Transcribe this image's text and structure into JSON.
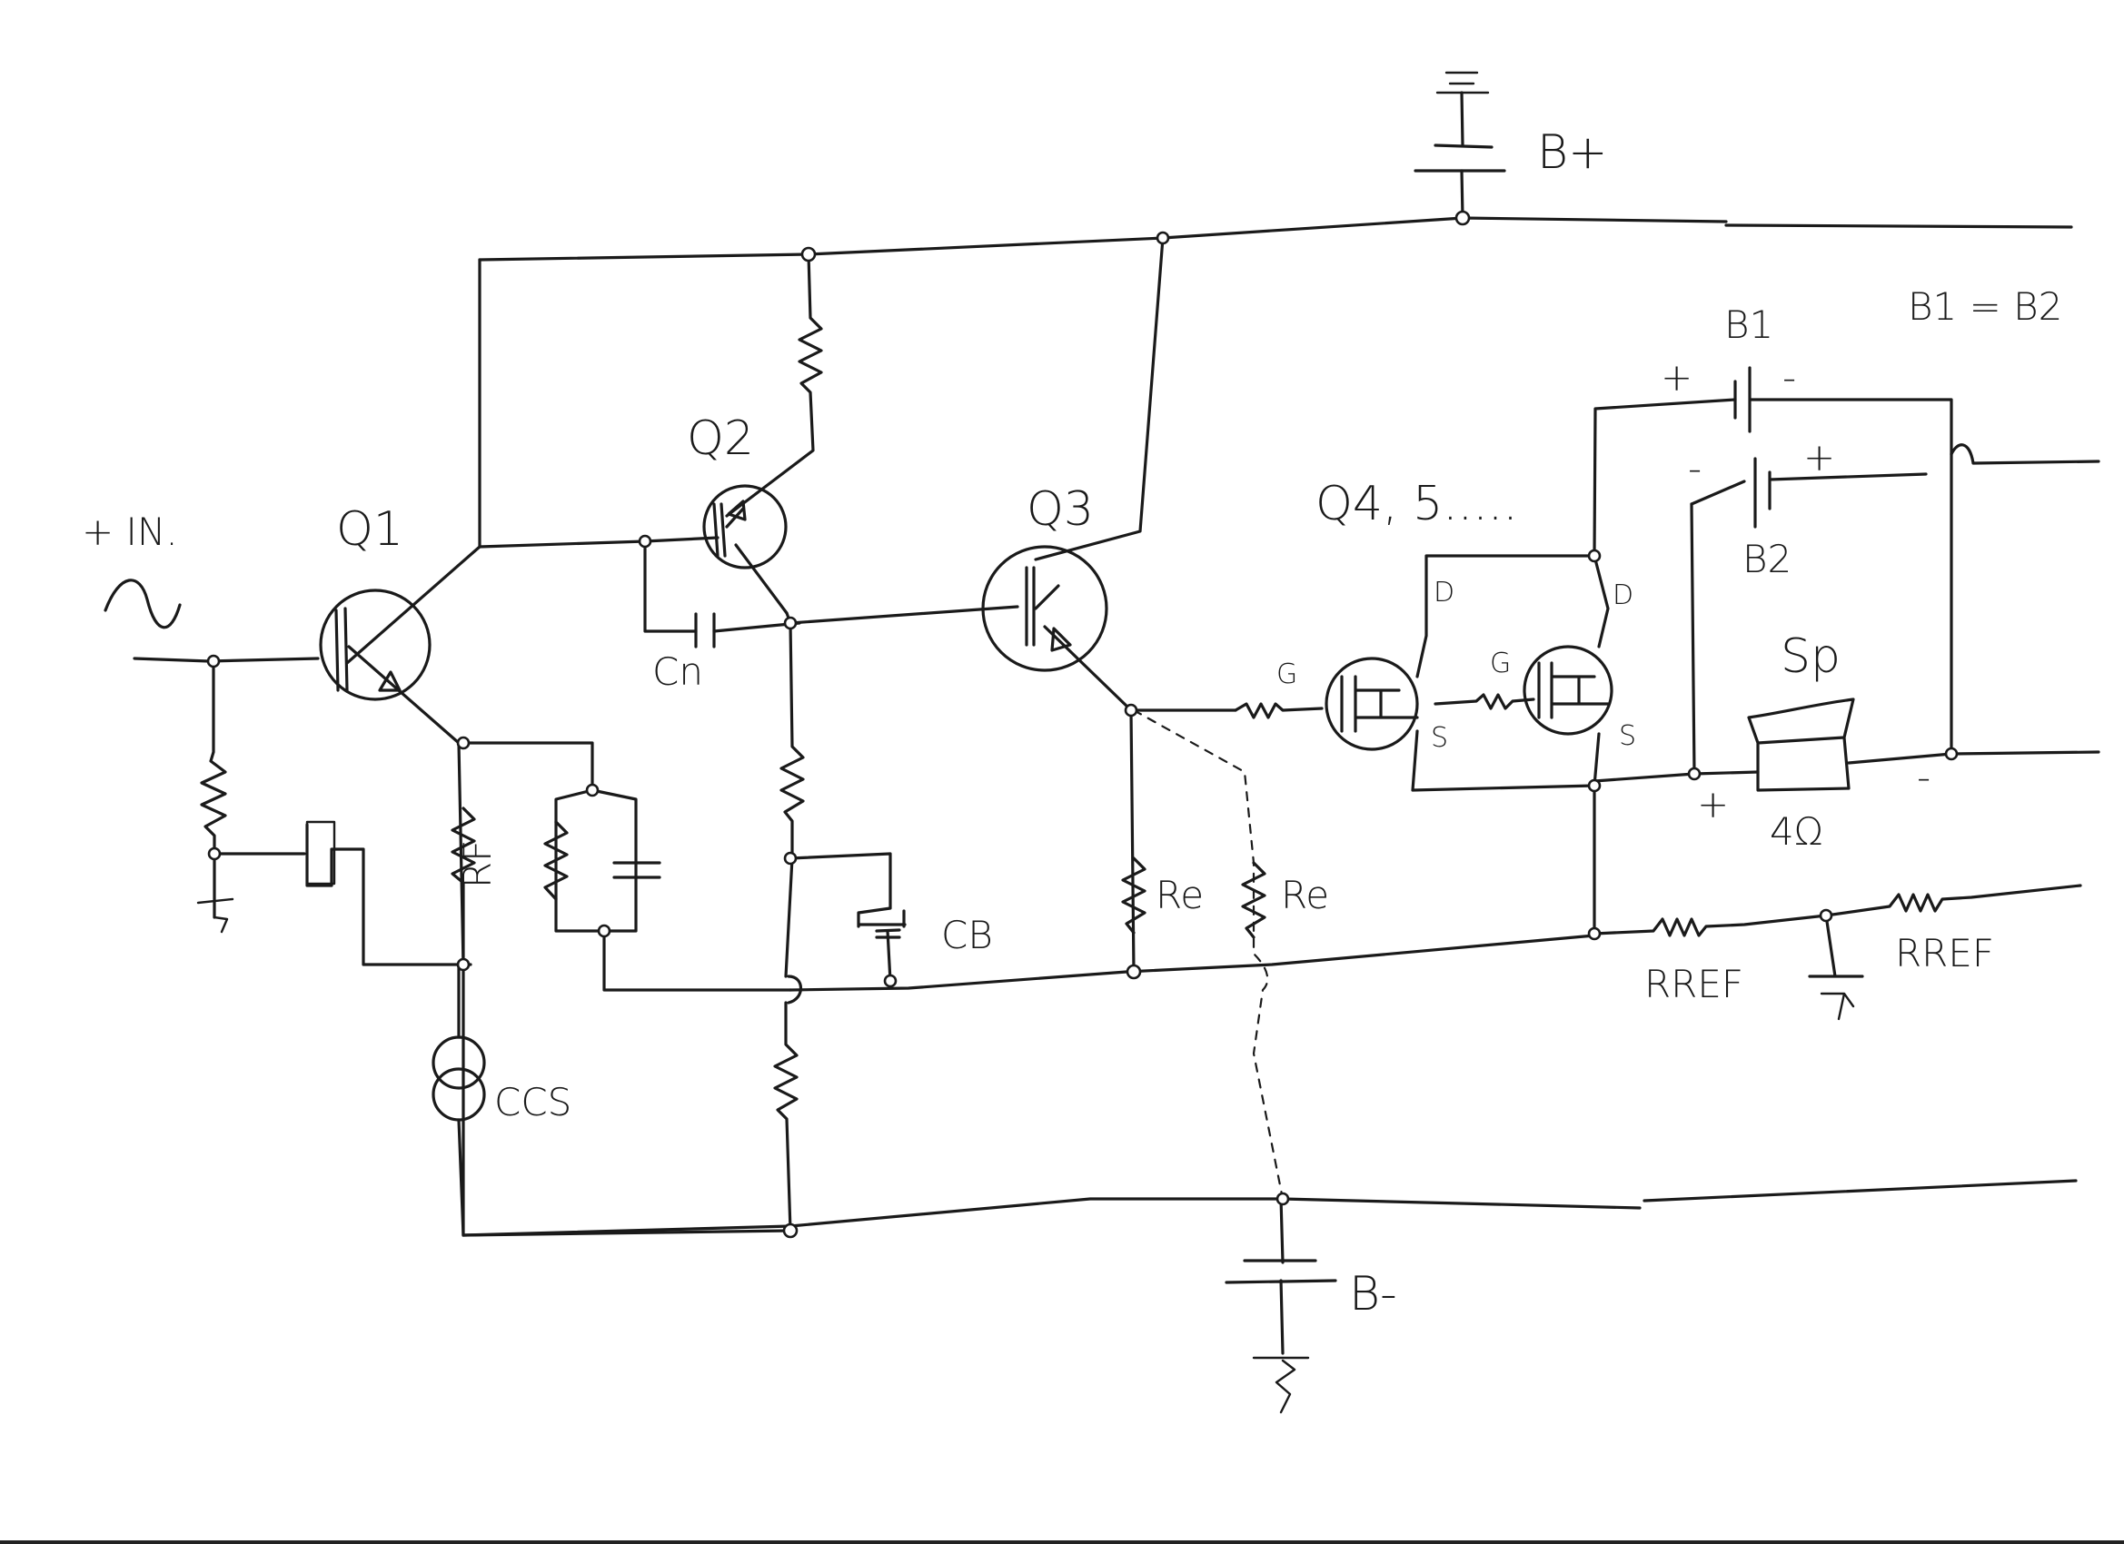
{
  "labels": {
    "input": "+ IN.",
    "q1": "Q1",
    "q2": "Q2",
    "q3": "Q3",
    "q45": "Q4, 5.....",
    "cn": "Cn",
    "rf": "RF",
    "cb": "CB",
    "ccs": "CCS",
    "re1": "Re",
    "re2": "Re",
    "bplus": "B+",
    "bminus": "B-",
    "b1": "B1",
    "b2": "B2",
    "b_equal": "B1 = B2",
    "sp": "Sp",
    "ohm": "4Ω",
    "rref1": "RREF",
    "rref2": "RREF",
    "gate1": "G",
    "gate2": "G",
    "drain1": "D",
    "drain2": "D",
    "source1": "S",
    "source2": "S",
    "b1_plus": "+",
    "b1_minus": "-",
    "b2_minus": "-",
    "b2_plus": "+",
    "sp_plus": "+",
    "sp_minus": "-",
    "ac_source": "~"
  }
}
